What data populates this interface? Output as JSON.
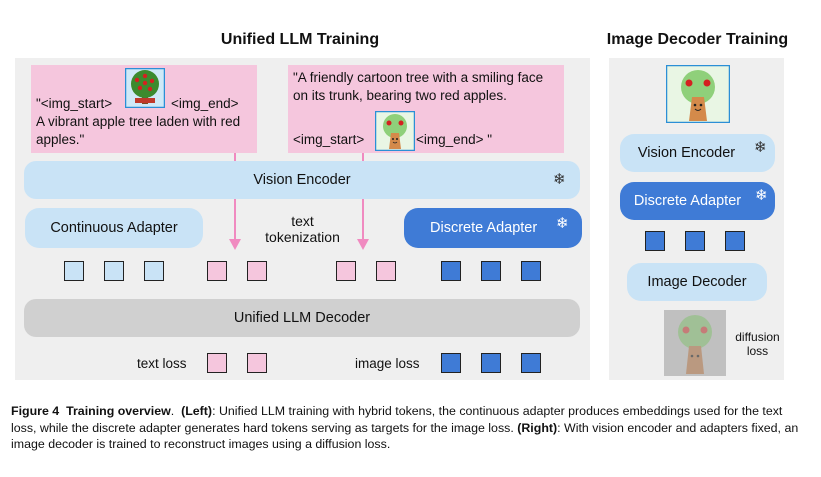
{
  "left": {
    "title": "Unified LLM Training",
    "prompt1": {
      "pre": "\"<img_start>",
      "post": "<img_end>",
      "text": "A vibrant apple tree laden with red apples.\""
    },
    "prompt2": {
      "text": "\"A friendly cartoon tree with a smiling face on its trunk, bearing two red apples.",
      "pre": "<img_start>",
      "post": "<img_end> \""
    },
    "vision_encoder": "Vision Encoder",
    "continuous_adapter": "Continuous Adapter",
    "text_tokenization": "text\ntokenization",
    "discrete_adapter": "Discrete Adapter",
    "decoder": "Unified LLM Decoder",
    "text_loss": "text loss",
    "image_loss": "image loss"
  },
  "right": {
    "title": "Image Decoder Training",
    "vision_encoder": "Vision Encoder",
    "discrete_adapter": "Discrete Adapter",
    "image_decoder": "Image Decoder",
    "diffusion_loss": "diffusion\nloss"
  },
  "caption": {
    "figure_label": "Figure 4",
    "heading": "Training overview",
    "left_label": "(Left)",
    "left_text": ": Unified LLM training with hybrid tokens, the continuous adapter produces embeddings used for the text loss, while the discrete adapter generates hard tokens serving as targets for the image loss.",
    "right_label": "(Right)",
    "right_text": ": With vision encoder and adapters fixed, an image decoder is trained to reconstruct images using a diffusion loss."
  },
  "colors": {
    "pink": "#f5c6dd",
    "light_blue": "#c9e3f6",
    "dark_blue": "#3f7bd6",
    "grey_panel": "#efefef",
    "decoder_grey": "#d0d0d0",
    "arrow_pink": "#f08ac0"
  },
  "icons": [
    "snowflake-icon",
    "apple-tree-image",
    "cartoon-tree-image",
    "noisy-tree-image"
  ]
}
